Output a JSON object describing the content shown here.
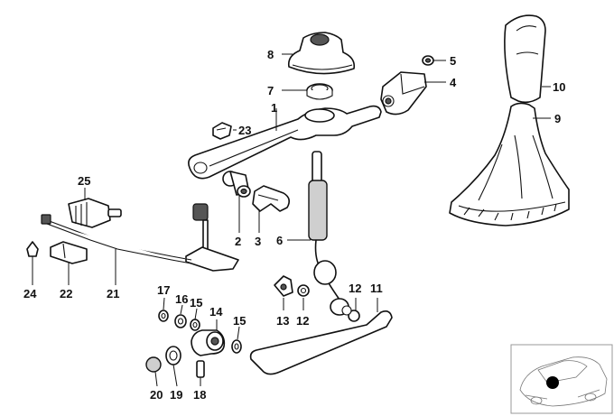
{
  "diagram": {
    "callouts": [
      {
        "id": "1",
        "label": "1"
      },
      {
        "id": "2",
        "label": "2"
      },
      {
        "id": "3",
        "label": "3"
      },
      {
        "id": "4",
        "label": "4"
      },
      {
        "id": "5",
        "label": "5"
      },
      {
        "id": "6",
        "label": "6"
      },
      {
        "id": "7",
        "label": "7"
      },
      {
        "id": "8",
        "label": "8"
      },
      {
        "id": "9",
        "label": "9"
      },
      {
        "id": "10",
        "label": "10"
      },
      {
        "id": "11",
        "label": "11"
      },
      {
        "id": "12a",
        "label": "12"
      },
      {
        "id": "12b",
        "label": "12"
      },
      {
        "id": "13",
        "label": "13"
      },
      {
        "id": "14",
        "label": "14"
      },
      {
        "id": "15a",
        "label": "15"
      },
      {
        "id": "15b",
        "label": "15"
      },
      {
        "id": "16",
        "label": "16"
      },
      {
        "id": "17",
        "label": "17"
      },
      {
        "id": "18",
        "label": "18"
      },
      {
        "id": "19",
        "label": "19"
      },
      {
        "id": "20",
        "label": "20"
      },
      {
        "id": "21",
        "label": "21"
      },
      {
        "id": "22",
        "label": "22"
      },
      {
        "id": "23",
        "label": "23"
      },
      {
        "id": "24",
        "label": "24"
      },
      {
        "id": "25",
        "label": "25"
      }
    ]
  }
}
